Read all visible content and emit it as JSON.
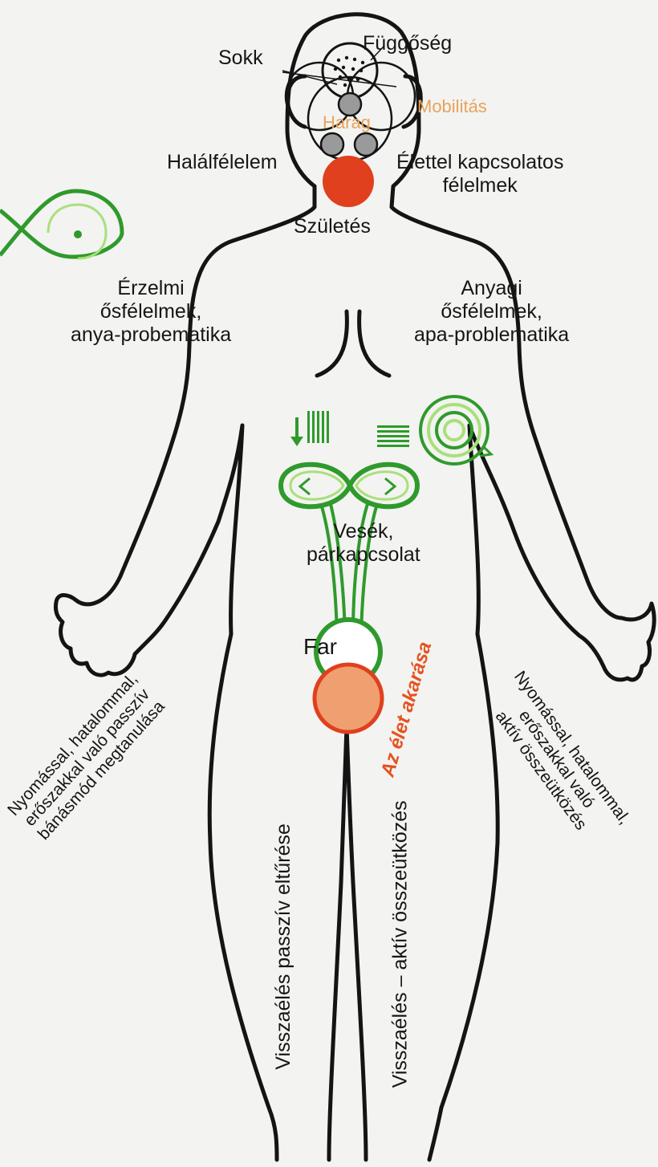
{
  "diagram": {
    "colors": {
      "outline": "#141414",
      "green": "#2f9a2c",
      "light_green": "#a8e07a",
      "orange_fill": "#f0a070",
      "red": "#e0401e",
      "grey": "#9a9a9a",
      "label_orange": "#e8a35a",
      "label_red": "#e4531f"
    },
    "labels": {
      "sokk": "Sokk",
      "fuggoseg": "Függőség",
      "mobilitas": "Mobilitás",
      "harag": "Harag",
      "halalfelelem": "Halálfélelem",
      "elettel_line1": "Élettel kapcsolatos",
      "elettel_line2": "félelmek",
      "szuletes": "Születés",
      "erzelmi_line1": "Érzelmi",
      "erzelmi_line2": "ősfélelmek,",
      "erzelmi_line3": "anya-probematika",
      "anyagi_line1": "Anyagi",
      "anyagi_line2": "ősfélelmek,",
      "anyagi_line3": "apa-problematika",
      "vesek_line1": "Vesék,",
      "vesek_line2": "párkapcsolat",
      "far": "Far",
      "elet_akarasa": "Az élet akarása",
      "left_hand_line1": "Nyomással, hatalommal,",
      "left_hand_line2": "erőszakkal való passzív",
      "left_hand_line3": "bánásmód megtanulása",
      "right_hand_line1": "Nyomással, hatalommal,",
      "right_hand_line2": "erőszakkal való",
      "right_hand_line3": "aktív összeütközés",
      "left_leg": "Visszaélés passzív eltűrése",
      "right_leg": "Visszaélés – aktív összeütközés"
    }
  }
}
